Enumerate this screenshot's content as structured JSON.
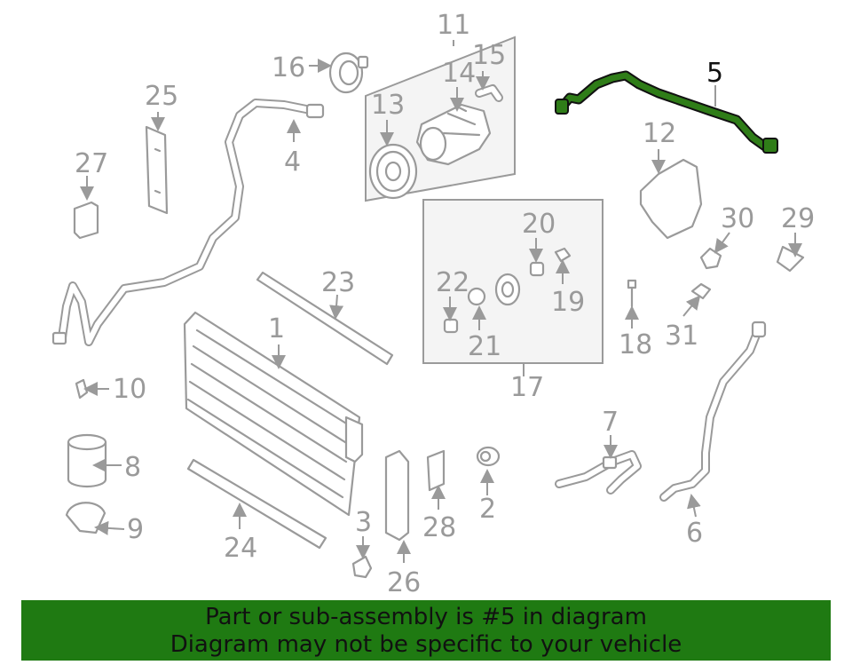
{
  "callouts": [
    "1",
    "2",
    "3",
    "4",
    "5",
    "6",
    "7",
    "8",
    "9",
    "10",
    "11",
    "12",
    "13",
    "14",
    "15",
    "16",
    "17",
    "18",
    "19",
    "20",
    "21",
    "22",
    "23",
    "24",
    "25",
    "26",
    "27",
    "28",
    "29",
    "30",
    "31"
  ],
  "highlight": {
    "part_number": "5",
    "color": "#2f7d18",
    "outline_color": "#111111"
  },
  "banner": {
    "background": "#1f7a12",
    "line1": "Part or sub-assembly is #5 in diagram",
    "line2": "Diagram may not be specific to your vehicle"
  }
}
